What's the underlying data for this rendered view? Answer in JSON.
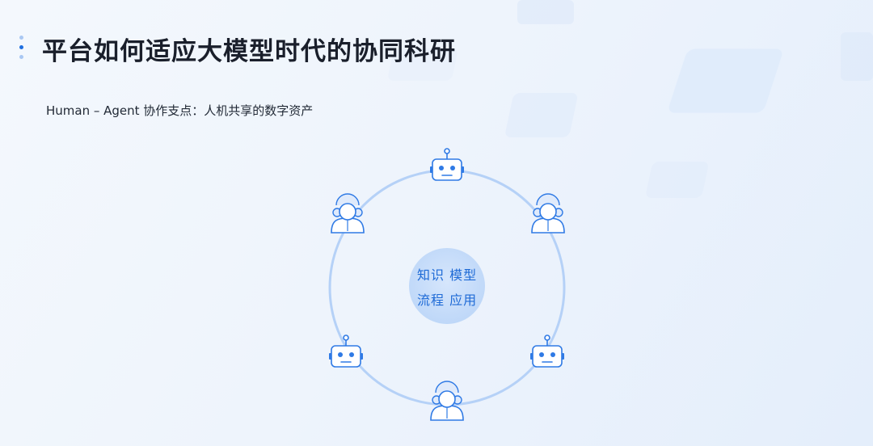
{
  "slide": {
    "title": "平台如何适应大模型时代的协同科研",
    "subtitle": "Human – Agent 协作支点：人机共享的数字资产",
    "center": {
      "line1": "知识  模型",
      "line2": "流程  应用"
    }
  },
  "diagram": {
    "nodes": [
      {
        "position": "top",
        "icon": "robot-icon"
      },
      {
        "position": "upper-right",
        "icon": "person-icon"
      },
      {
        "position": "lower-right",
        "icon": "robot-icon"
      },
      {
        "position": "bottom",
        "icon": "person-icon"
      },
      {
        "position": "lower-left",
        "icon": "robot-icon"
      },
      {
        "position": "upper-left",
        "icon": "person-icon"
      }
    ]
  },
  "colors": {
    "accent": "#1f6fe0",
    "ring": "#b5d1f7",
    "center_fill": "#c7ddfa",
    "icon_fill": "#ffffff",
    "icon_stroke": "#2f7ae5"
  }
}
